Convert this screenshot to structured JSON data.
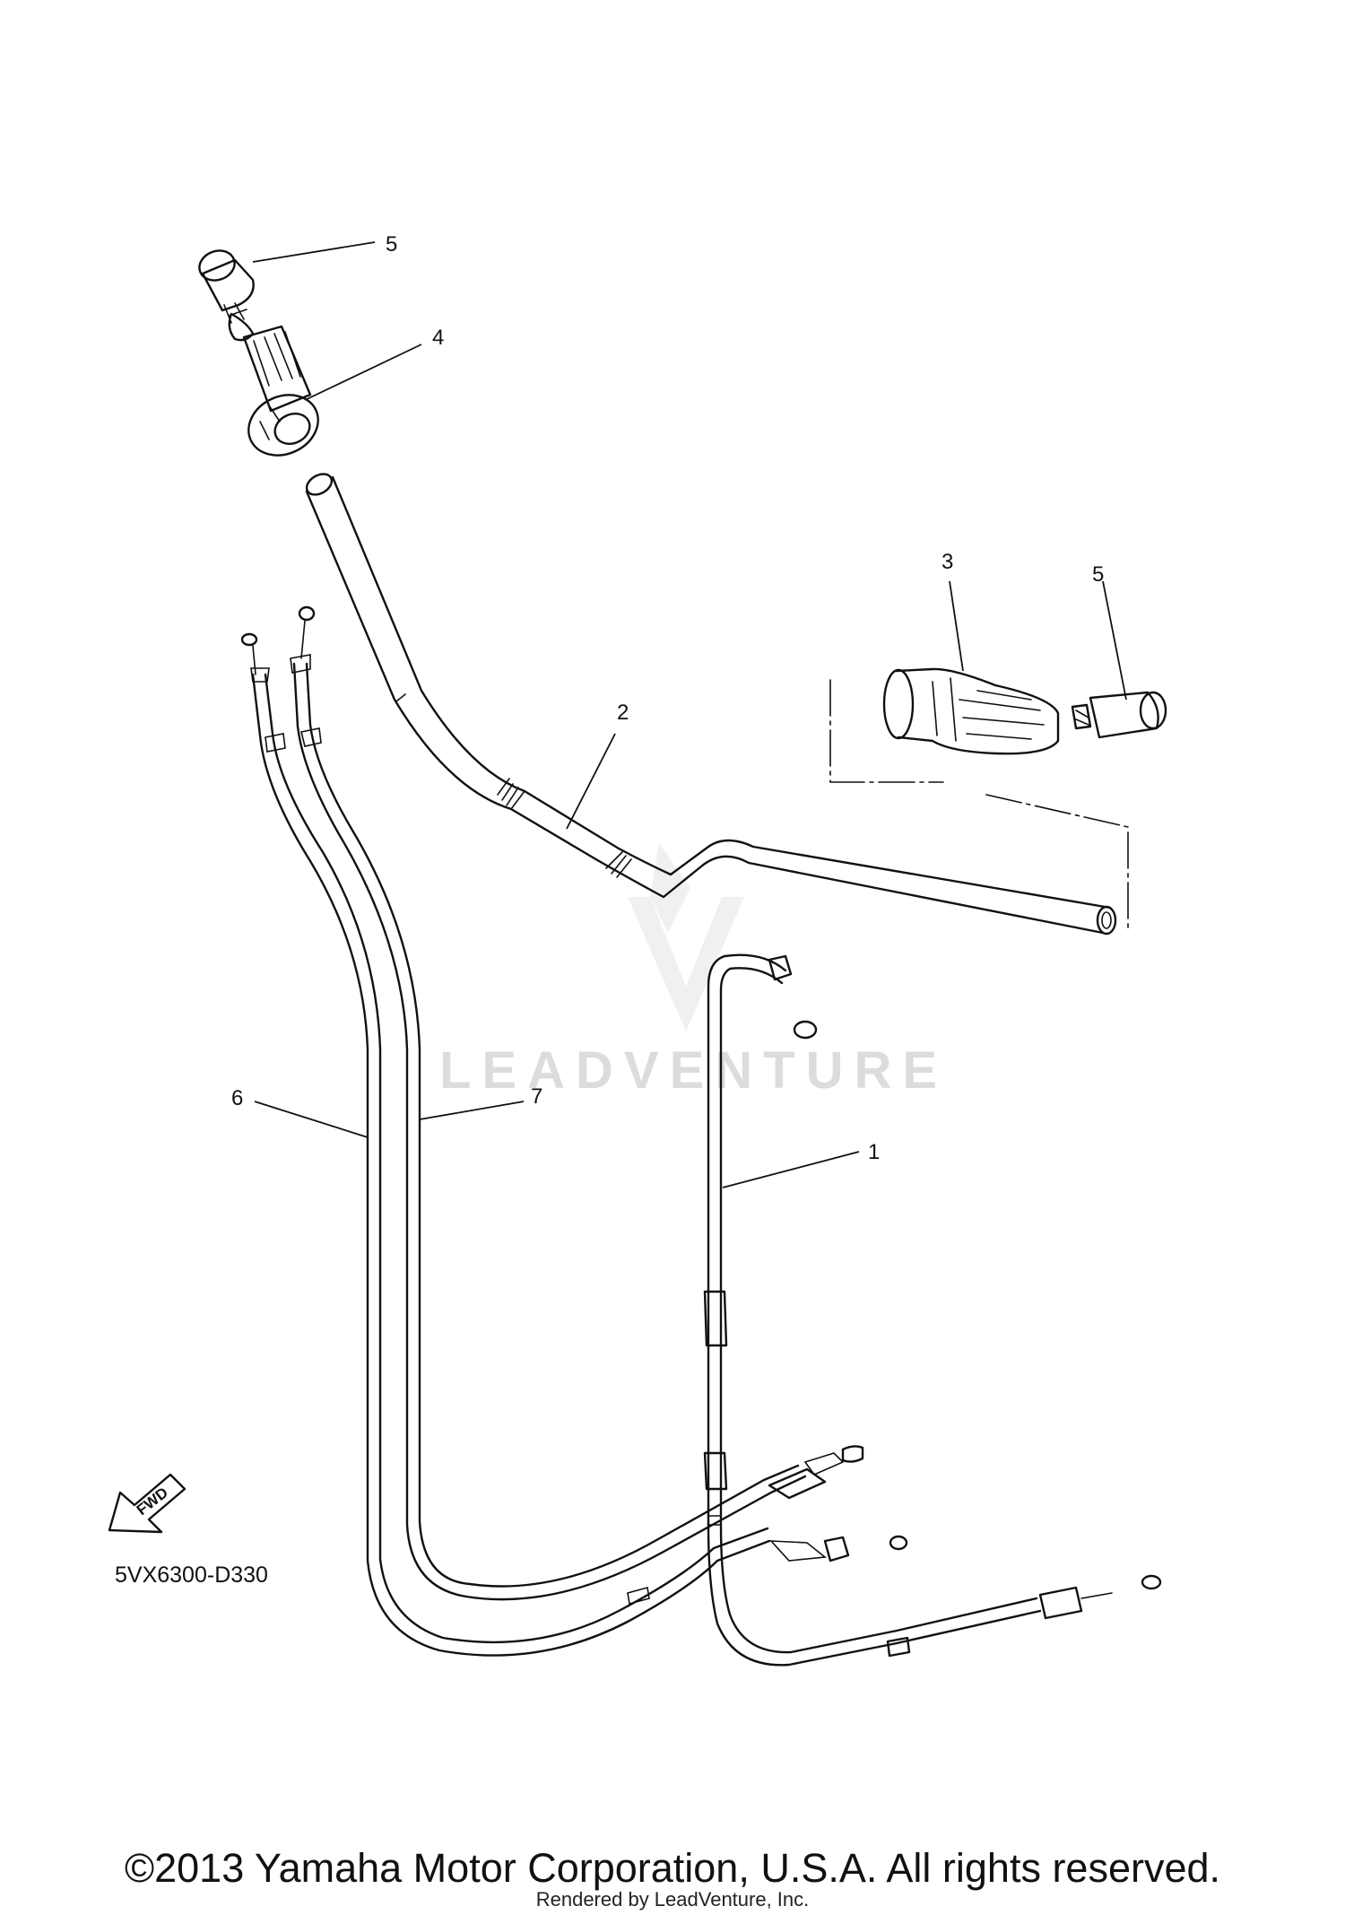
{
  "diagram": {
    "callouts": [
      "5",
      "4",
      "3",
      "5",
      "2",
      "6",
      "7",
      "1"
    ],
    "fwd_label": "FWD",
    "diagram_code": "5VX6300-D330"
  },
  "watermark": {
    "text": "LEADVENTURE"
  },
  "footer": {
    "copyright": "©2013 Yamaha Motor Corporation, U.S.A. All rights reserved.",
    "rendered_by": "Rendered by LeadVenture, Inc."
  }
}
